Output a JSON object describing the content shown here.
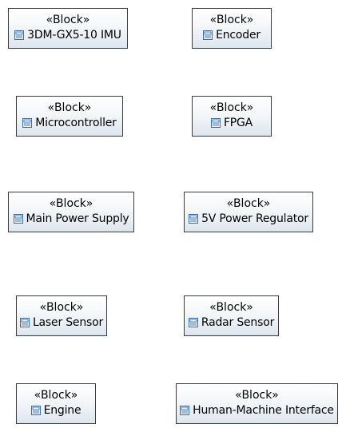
{
  "diagram": {
    "blocks": [
      {
        "stereotype": "«Block»",
        "name": "3DM-GX5-10 IMU"
      },
      {
        "stereotype": "«Block»",
        "name": "Encoder"
      },
      {
        "stereotype": "«Block»",
        "name": "Microcontroller"
      },
      {
        "stereotype": "«Block»",
        "name": "FPGA"
      },
      {
        "stereotype": "«Block»",
        "name": "Main Power Supply"
      },
      {
        "stereotype": "«Block»",
        "name": "5V Power Regulator"
      },
      {
        "stereotype": "«Block»",
        "name": "Laser Sensor"
      },
      {
        "stereotype": "«Block»",
        "name": "Radar Sensor"
      },
      {
        "stereotype": "«Block»",
        "name": "Engine"
      },
      {
        "stereotype": "«Block»",
        "name": "Human-Machine Interface"
      }
    ],
    "colors": {
      "border": "#3b3b3b",
      "fill_top": "#ffffff",
      "fill_bottom": "#dde6ee",
      "icon_blue": "#3a6ea5"
    },
    "icon": "block-icon"
  }
}
